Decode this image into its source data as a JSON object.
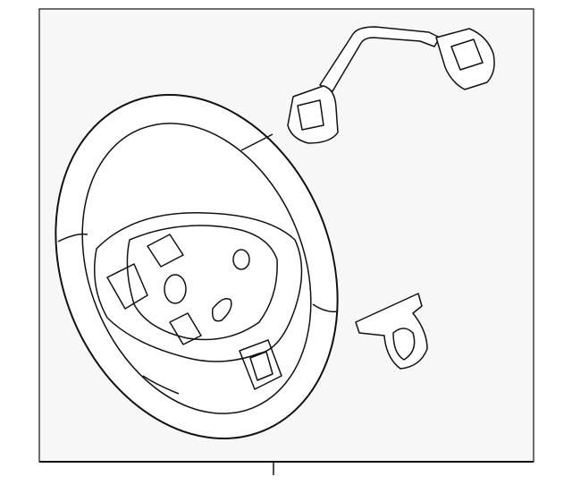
{
  "diagram": {
    "kind": "parts-diagram",
    "parts": [
      "steering-wheel",
      "switch-harness-assembly",
      "switch-cover-bracket"
    ],
    "colors": {
      "background": "#f7f7f7",
      "stroke": "#111111",
      "frame": "#111111"
    }
  }
}
